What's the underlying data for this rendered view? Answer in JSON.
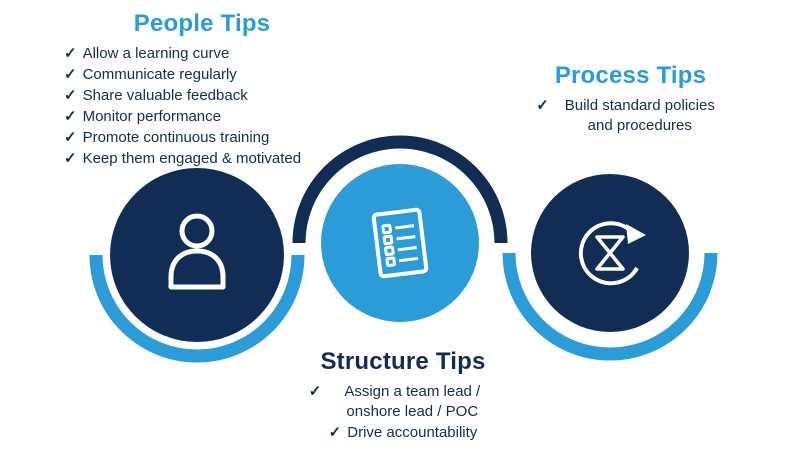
{
  "glyphs": {
    "check": "✓"
  },
  "colors": {
    "navy": "#122d55",
    "blue": "#2b9cd8"
  },
  "people": {
    "title": "People Tips",
    "items": [
      "Allow a learning curve",
      "Communicate regularly",
      "Share valuable feedback",
      "Monitor performance",
      "Promote continuous training",
      "Keep them engaged & motivated"
    ]
  },
  "structure": {
    "title": "Structure Tips",
    "items": [
      "Assign a team lead / onshore lead / POC",
      "Drive accountability"
    ]
  },
  "process": {
    "title": "Process Tips",
    "items": [
      "Build standard policies and procedures"
    ]
  },
  "icons": {
    "people_circle": "person-icon",
    "structure_circle": "checklist-document-icon",
    "process_circle": "hourglass-cycle-icon"
  }
}
